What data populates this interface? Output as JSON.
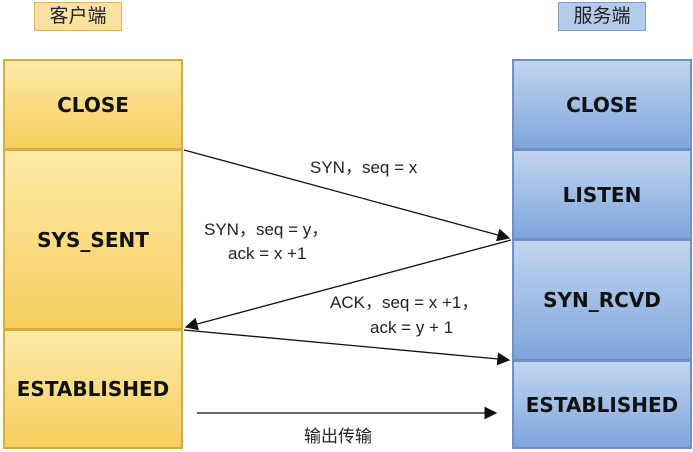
{
  "client_label": "客户端",
  "server_label": "服务端",
  "client_states": [
    "CLOSE",
    "SYS_SENT",
    "ESTABLISHED"
  ],
  "server_states": [
    "CLOSE",
    "LISTEN",
    "SYN_RCVD",
    "ESTABLISHED"
  ],
  "messages": {
    "syn": "SYN，seq = x",
    "synack_line1": "SYN，seq = y，",
    "synack_line2": "ack =  x +1",
    "ack_line1": "ACK，seq = x +1，",
    "ack_line2": "ack = y + 1",
    "transfer": "输出传输"
  }
}
